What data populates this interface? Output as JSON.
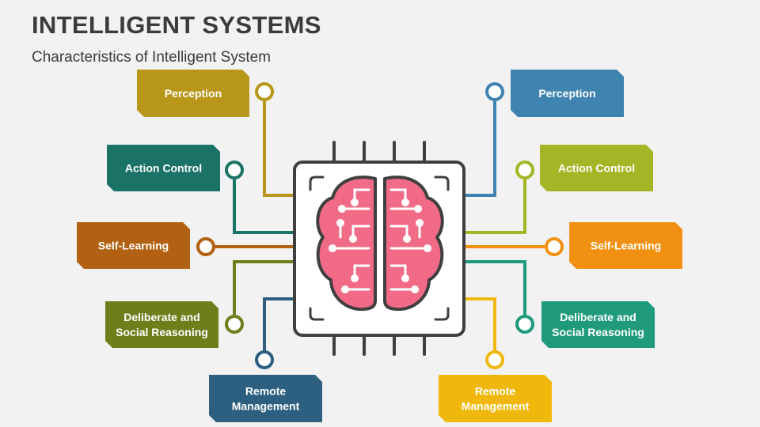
{
  "header": {
    "title": "INTELLIGENT SYSTEMS",
    "subtitle": "Characteristics of Intelligent System"
  },
  "colors": {
    "olive": "#b8961a",
    "steel_blue": "#3f84b0",
    "teal": "#1b7266",
    "lime": "#a4b626",
    "rust": "#b26112",
    "orange": "#f29111",
    "dark_olive": "#6f7d1b",
    "green": "#1f9a7c",
    "navy_blue": "#2c5f80",
    "yellow": "#f0b80d",
    "chip_outline": "#3f3f3f",
    "brain_fill": "#f26b86"
  },
  "left": [
    {
      "lines": [
        "Perception"
      ],
      "color": "#b8961a"
    },
    {
      "lines": [
        "Action Control"
      ],
      "color": "#1b7266"
    },
    {
      "lines": [
        "Self-Learning"
      ],
      "color": "#b26112"
    },
    {
      "lines": [
        "Deliberate and",
        "Social Reasoning"
      ],
      "color": "#6f7d1b"
    },
    {
      "lines": [
        "Remote",
        "Management"
      ],
      "color": "#2c5f80"
    }
  ],
  "right": [
    {
      "lines": [
        "Perception"
      ],
      "color": "#3f84b0"
    },
    {
      "lines": [
        "Action Control"
      ],
      "color": "#a4b626"
    },
    {
      "lines": [
        "Self-Learning"
      ],
      "color": "#f29111"
    },
    {
      "lines": [
        "Deliberate and",
        "Social Reasoning"
      ],
      "color": "#1f9a7c"
    },
    {
      "lines": [
        "Remote",
        "Management"
      ],
      "color": "#f0b80d"
    }
  ],
  "icons": {
    "center": "brain-chip-icon"
  }
}
